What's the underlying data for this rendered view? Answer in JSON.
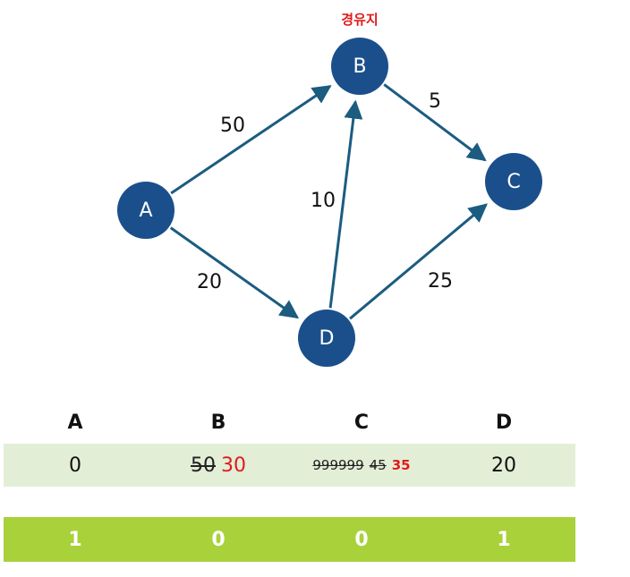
{
  "graph": {
    "waypoint_label": "경유지",
    "nodes": [
      {
        "id": "A",
        "label": "A"
      },
      {
        "id": "B",
        "label": "B"
      },
      {
        "id": "C",
        "label": "C"
      },
      {
        "id": "D",
        "label": "D"
      }
    ],
    "edges": [
      {
        "from": "A",
        "to": "B",
        "weight": "50"
      },
      {
        "from": "A",
        "to": "D",
        "weight": "20"
      },
      {
        "from": "D",
        "to": "B",
        "weight": "10"
      },
      {
        "from": "B",
        "to": "C",
        "weight": "5"
      },
      {
        "from": "D",
        "to": "C",
        "weight": "25"
      }
    ],
    "colors": {
      "node": "#1b4f8c",
      "edge": "#1b5c80",
      "waypoint": "#e01b1b"
    }
  },
  "table": {
    "headers": [
      "A",
      "B",
      "C",
      "D"
    ],
    "distances": {
      "A": {
        "current": "0"
      },
      "B": {
        "struck": "50",
        "current": "30"
      },
      "C": {
        "struck": [
          "999999",
          "45"
        ],
        "current": "35"
      },
      "D": {
        "current": "20"
      }
    },
    "visited": [
      "1",
      "0",
      "0",
      "1"
    ],
    "colors": {
      "distance_row": "#e3eed7",
      "visited_row": "#a9d13a",
      "updated_value": "#e01b1b"
    }
  }
}
